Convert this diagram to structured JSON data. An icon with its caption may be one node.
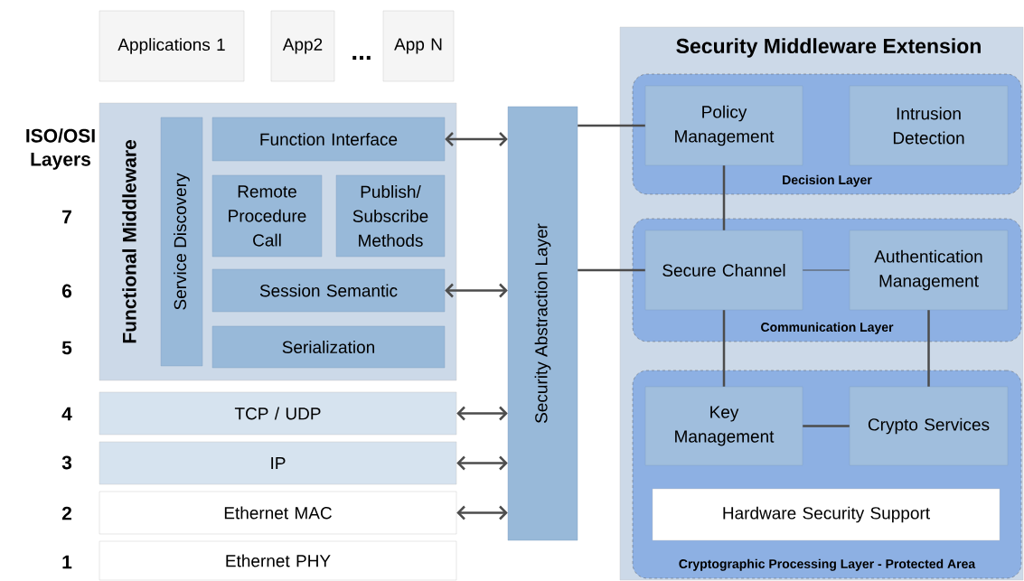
{
  "diagram": {
    "nodes": [
      {
        "text": [
          "Applications 1"
        ]
      },
      {
        "text": [
          "App2"
        ]
      },
      {
        "text": [
          "App N"
        ]
      },
      {
        "text": [
          "Functional Middleware"
        ]
      },
      {
        "text": [
          "Service Discovery"
        ],
        "in": 3
      },
      {
        "text": [
          "Function Interface"
        ],
        "in": 3
      },
      {
        "text": [
          "Remote Procedure Call"
        ],
        "in": 3
      },
      {
        "text": [
          "Publish/ Subscribe Methods"
        ],
        "in": 3
      },
      {
        "text": [
          "Session Semantic"
        ],
        "in": 3
      },
      {
        "text": [
          "Serialization"
        ],
        "in": 3
      },
      {
        "text": [
          "TCP / UDP"
        ]
      },
      {
        "text": [
          "IP"
        ]
      },
      {
        "text": [
          "Ethernet MAC"
        ]
      },
      {
        "text": [
          "Ethernet PHY"
        ]
      },
      {
        "text": [
          "Security Abstraction Layer"
        ]
      },
      {
        "text": [
          "Security Middleware Extension"
        ]
      },
      {
        "text": [
          "Decision Layer"
        ],
        "in": 15
      },
      {
        "text": [
          "Policy Management"
        ],
        "in": 16
      },
      {
        "text": [
          "Intrusion Detection"
        ],
        "in": 16
      },
      {
        "text": [
          "Communication Layer"
        ],
        "in": 15
      },
      {
        "text": [
          "Secure Channel"
        ],
        "in": 19
      },
      {
        "text": [
          "Authentication Management"
        ],
        "in": 19
      },
      {
        "text": [
          "Cryptographic Processing Layer - Protected Area"
        ],
        "in": 15
      },
      {
        "text": [
          "Key Management"
        ],
        "in": 22
      },
      {
        "text": [
          "Crypto Services"
        ],
        "in": 22
      },
      {
        "text": [
          "Hardware Security Support"
        ],
        "in": 22
      }
    ],
    "edges": [
      {
        "from": 5,
        "to": 14,
        "arrow": "both"
      },
      {
        "from": 8,
        "to": 14,
        "arrow": "both"
      },
      {
        "from": 10,
        "to": 14,
        "arrow": "both"
      },
      {
        "from": 11,
        "to": 14,
        "arrow": "both"
      },
      {
        "from": 12,
        "to": 14,
        "arrow": "both"
      },
      {
        "from": 14,
        "to": 17,
        "arrow": "none"
      },
      {
        "from": 14,
        "to": 20,
        "arrow": "none"
      },
      {
        "from": 17,
        "to": 20,
        "arrow": "none"
      },
      {
        "from": 20,
        "to": 21,
        "arrow": "none"
      },
      {
        "from": 20,
        "to": 23,
        "arrow": "none"
      },
      {
        "from": 21,
        "to": 24,
        "arrow": "none"
      },
      {
        "from": 23,
        "to": 24,
        "arrow": "none"
      }
    ],
    "labels": [
      "...",
      "ISO/OSI Layers",
      "7",
      "6",
      "5",
      "4",
      "3",
      "2",
      "1"
    ]
  }
}
